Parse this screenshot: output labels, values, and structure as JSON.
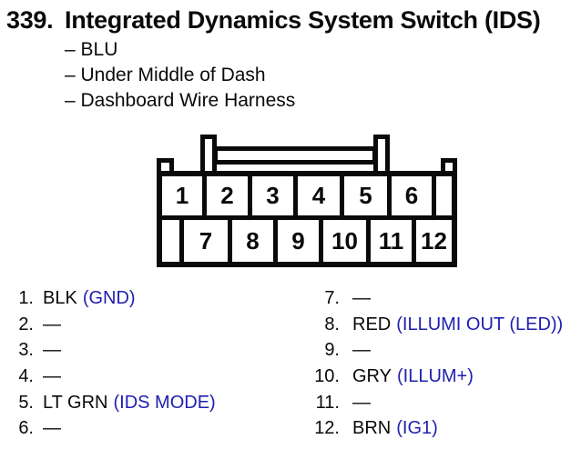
{
  "page": {
    "background": "#ffffff",
    "text_color": "#0a0a0a",
    "accent_blue": "#2020b0"
  },
  "header": {
    "number": "339.",
    "title": "Integrated Dynamics System Switch (IDS)"
  },
  "details": [
    "– BLU",
    "– Under Middle of Dash",
    "– Dashboard Wire Harness"
  ],
  "connector": {
    "top_row_pins": [
      "1",
      "2",
      "3",
      "4",
      "5",
      "6"
    ],
    "bottom_row_pins": [
      "7",
      "8",
      "9",
      "10",
      "11",
      "12"
    ]
  },
  "pinout": {
    "left": [
      {
        "num": "1.",
        "wire": "BLK",
        "signal": "(GND)"
      },
      {
        "num": "2.",
        "wire": "—",
        "signal": ""
      },
      {
        "num": "3.",
        "wire": "—",
        "signal": ""
      },
      {
        "num": "4.",
        "wire": "—",
        "signal": ""
      },
      {
        "num": "5.",
        "wire": "LT GRN",
        "signal": "(IDS MODE)"
      },
      {
        "num": "6.",
        "wire": "—",
        "signal": ""
      }
    ],
    "right": [
      {
        "num": "7.",
        "wire": "—",
        "signal": ""
      },
      {
        "num": "8.",
        "wire": "RED",
        "signal": "(ILLUMI OUT (LED))"
      },
      {
        "num": "9.",
        "wire": "—",
        "signal": ""
      },
      {
        "num": "10.",
        "wire": "GRY",
        "signal": "(ILLUM+)"
      },
      {
        "num": "11.",
        "wire": "—",
        "signal": ""
      },
      {
        "num": "12.",
        "wire": "BRN",
        "signal": "(IG1)"
      }
    ]
  }
}
